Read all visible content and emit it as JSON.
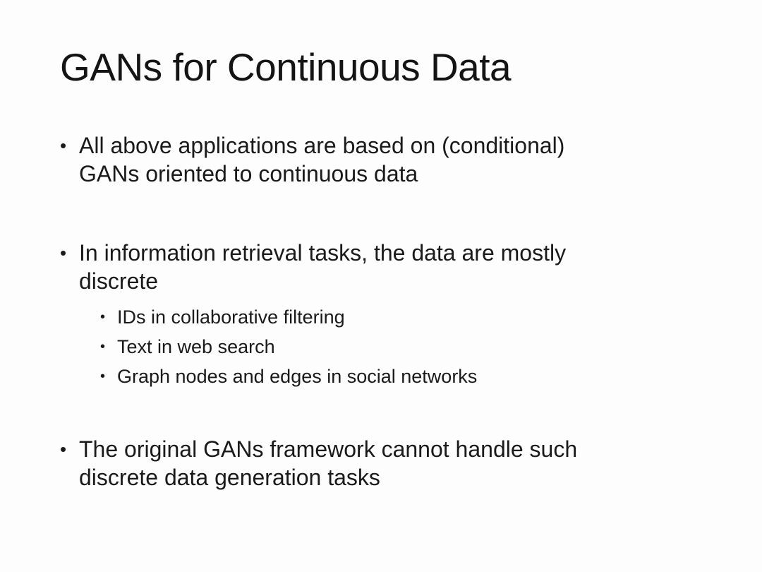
{
  "slide": {
    "title": "GANs for Continuous Data",
    "bullet_char": "•",
    "colors": {
      "background": "#fdfdfd",
      "text": "#1a1a1a"
    },
    "bullets": [
      {
        "text": "All above applications are based on (conditional)\nGANs oriented to continuous data",
        "sub": []
      },
      {
        "text": "In information retrieval tasks, the data are mostly\ndiscrete",
        "sub": [
          "IDs in collaborative filtering",
          "Text in web search",
          "Graph nodes and edges in social networks"
        ]
      },
      {
        "text": "The original GANs framework cannot handle such\ndiscrete data generation tasks",
        "sub": []
      }
    ]
  }
}
